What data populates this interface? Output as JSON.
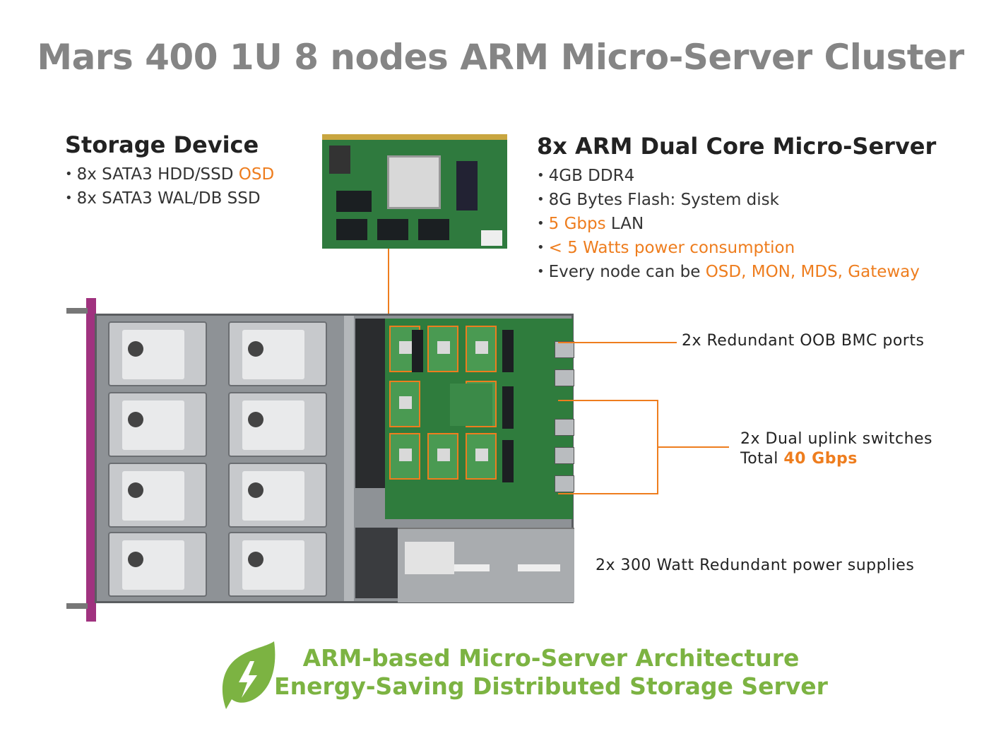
{
  "title": "Mars 400 1U 8 nodes ARM Micro-Server Cluster",
  "storage": {
    "heading": "Storage Device",
    "items": [
      {
        "text": "8x SATA3 HDD/SSD ",
        "highlight": "OSD"
      },
      {
        "text": "8x SATA3 WAL/DB SSD"
      }
    ]
  },
  "server": {
    "heading": "8x ARM Dual Core Micro-Server",
    "items": [
      {
        "text": "4GB DDR4"
      },
      {
        "text": "8G Bytes Flash: System disk"
      },
      {
        "highlight": "5 Gbps",
        "text": " LAN"
      },
      {
        "highlight": "< 5 Watts power consumption"
      },
      {
        "text": "Every node can be ",
        "highlight": "OSD, MON, MDS, Gateway"
      }
    ]
  },
  "callouts": {
    "bmc": "2x Redundant OOB BMC ports",
    "uplink_line1": "2x Dual uplink switches",
    "uplink_total": "Total ",
    "uplink_speed": "40 Gbps",
    "power": "2x 300 Watt Redundant power supplies"
  },
  "footer": {
    "line1": "ARM-based Micro-Server Architecture",
    "line2": "Energy-Saving Distributed Storage Server"
  },
  "colors": {
    "accent": "#ee7d1e",
    "green": "#7cb342",
    "title": "#858585"
  },
  "icons": {
    "footer": "leaf-lightning-icon"
  }
}
